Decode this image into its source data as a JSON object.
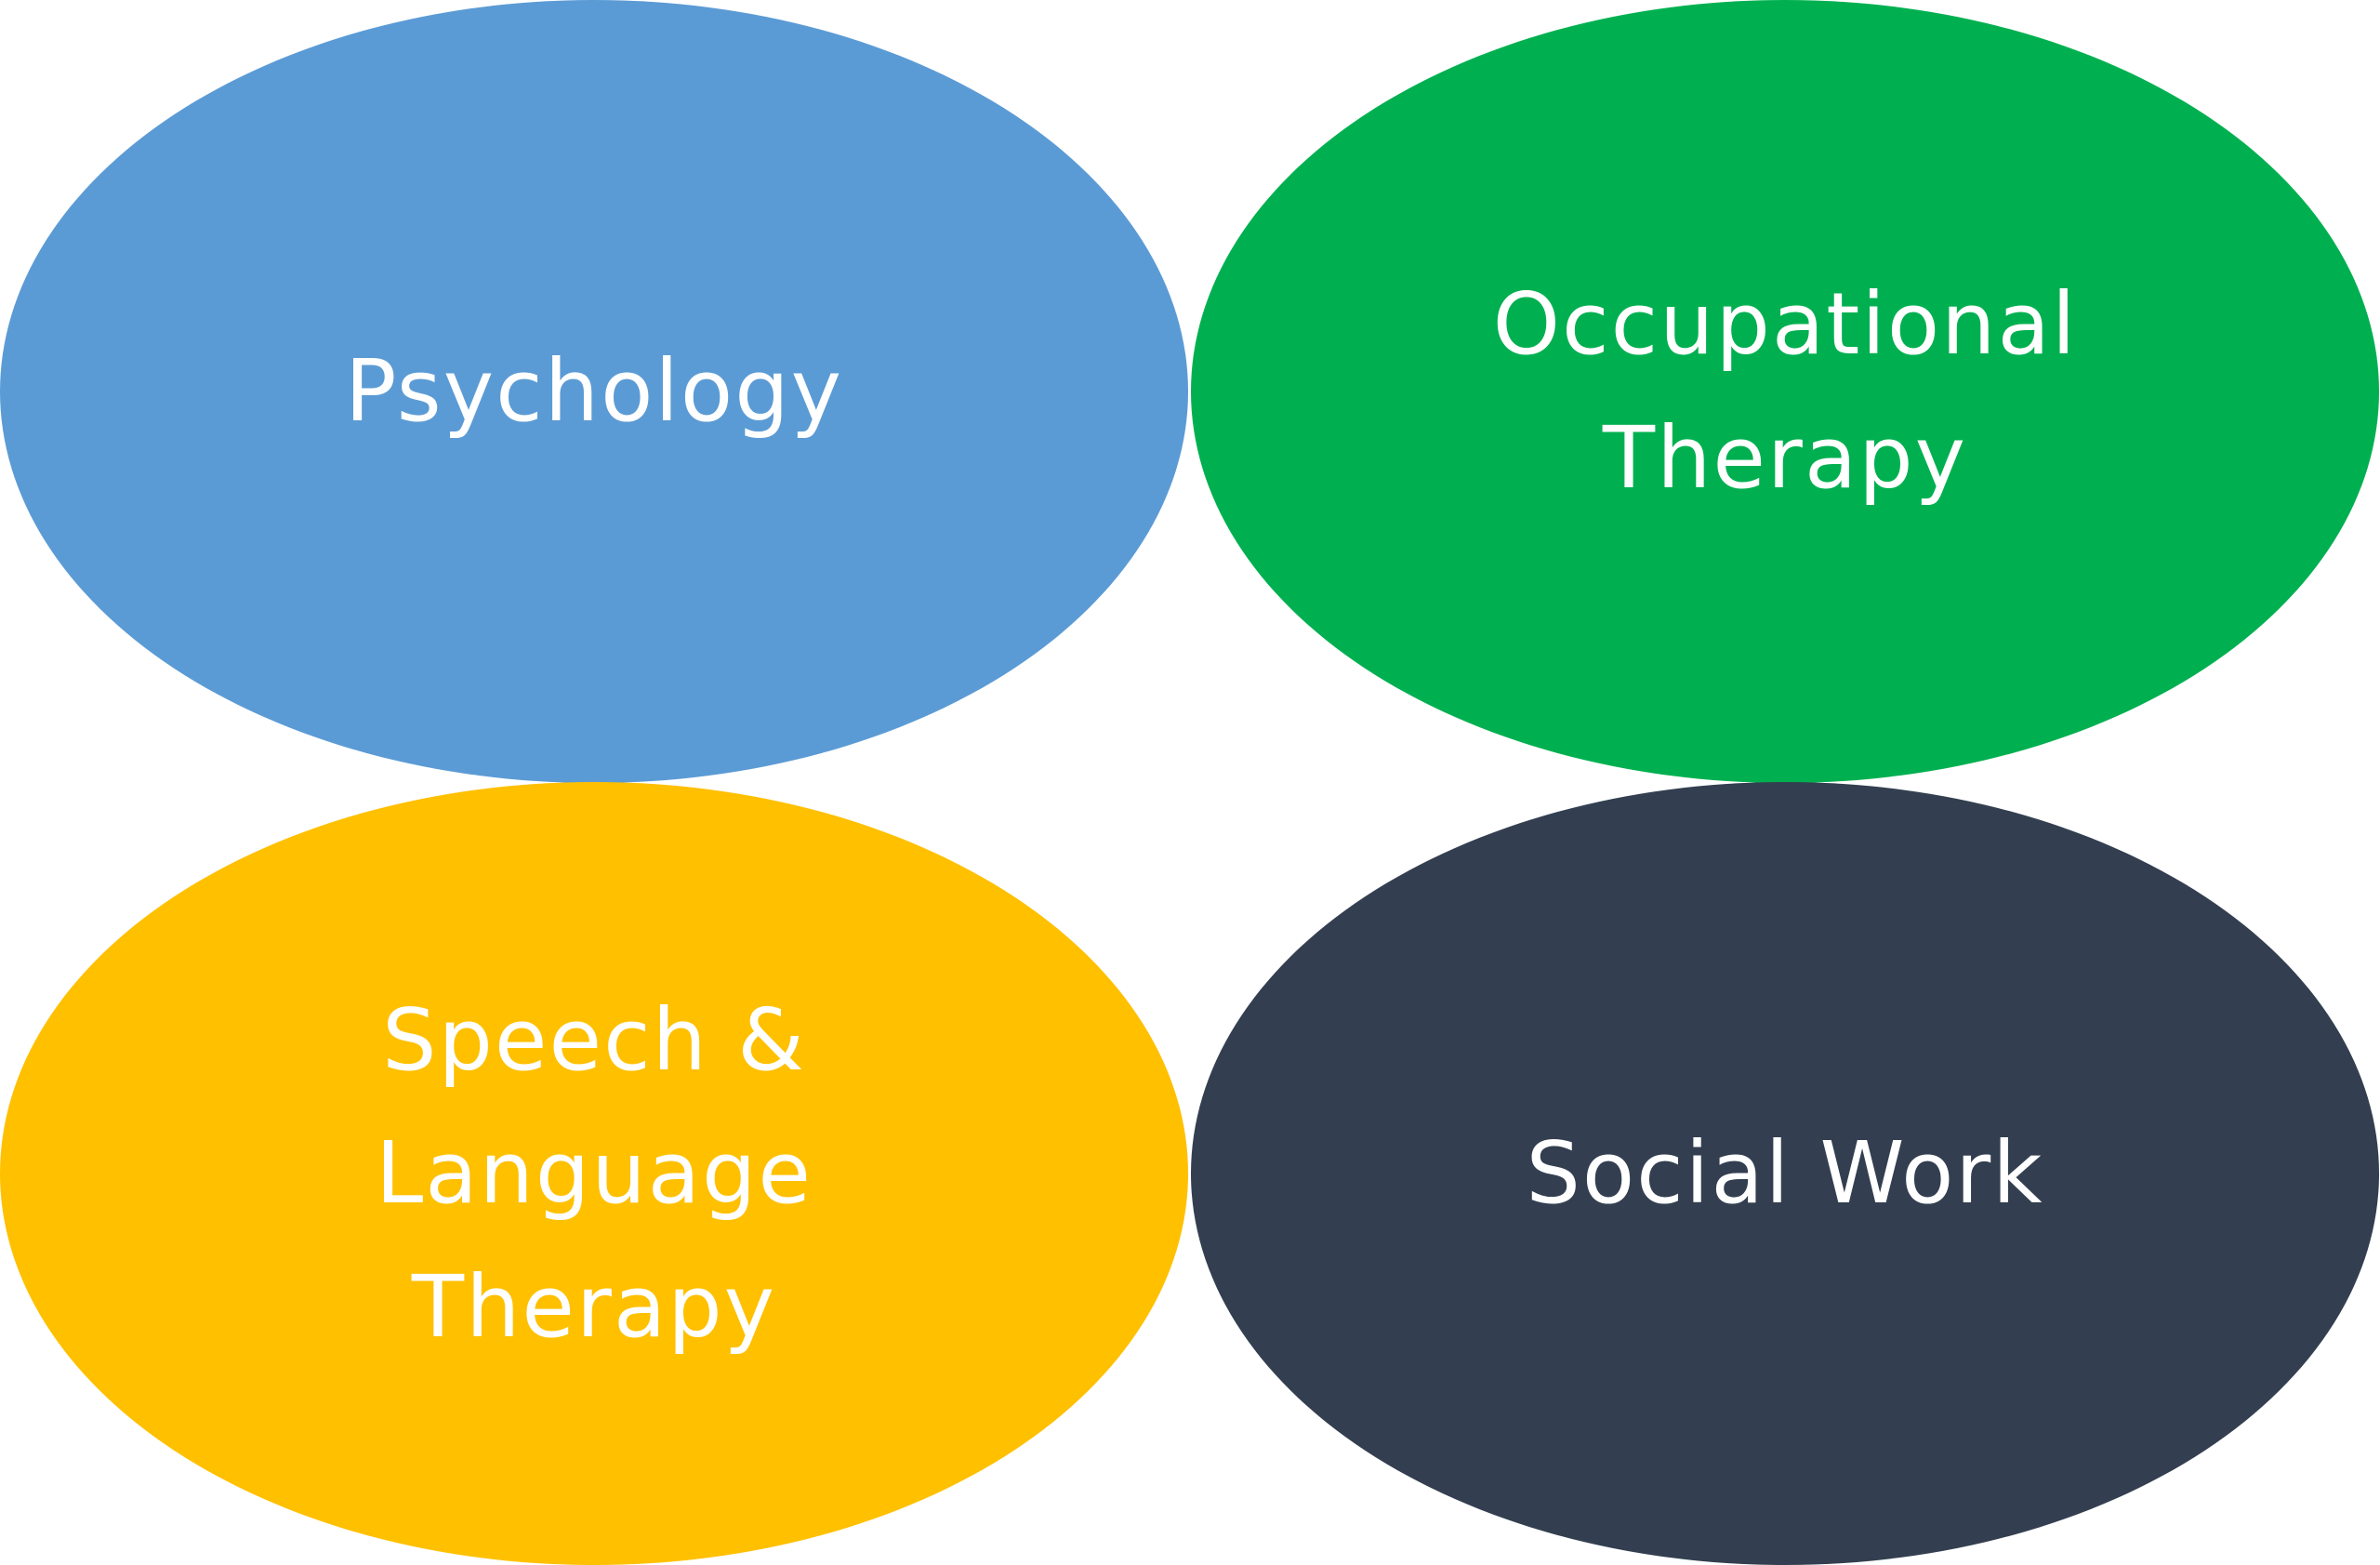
{
  "colors": {
    "psychology": "#5B9BD5",
    "occupational_therapy": "#00B050",
    "speech_language_therapy": "#FFC000",
    "social_work": "#333F50",
    "text": "#FFFFFF"
  },
  "nodes": [
    {
      "lines": [
        "Psychology"
      ]
    },
    {
      "lines": [
        "Occupational",
        "Therapy"
      ]
    },
    {
      "lines": [
        "Speech &",
        "Language",
        "Therapy"
      ]
    },
    {
      "lines": [
        "Social Work"
      ]
    }
  ]
}
